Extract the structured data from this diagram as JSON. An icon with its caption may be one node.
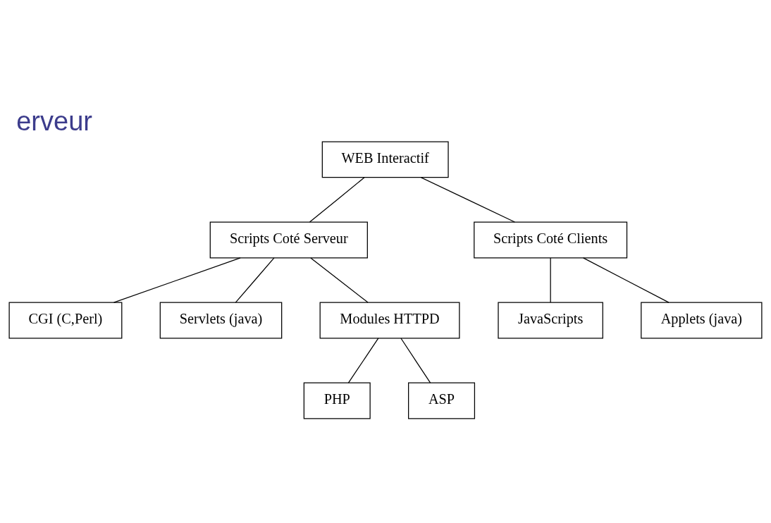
{
  "diagram": {
    "title": "erveur",
    "nodes": [
      {
        "text": [
          "WEB Interactif"
        ]
      },
      {
        "text": [
          "Scripts Coté Serveur"
        ]
      },
      {
        "text": [
          "Scripts Coté Clients"
        ]
      },
      {
        "text": [
          "CGI (C,Perl)"
        ]
      },
      {
        "text": [
          "Servlets (java)"
        ]
      },
      {
        "text": [
          "JavaScripts"
        ]
      },
      {
        "text": [
          "Applets (java)"
        ]
      },
      {
        "text": [
          "Modules HTTPD"
        ]
      },
      {
        "text": [
          "PHP"
        ]
      },
      {
        "text": [
          "ASP"
        ]
      }
    ],
    "edges": [
      {
        "from": 0,
        "to": 1,
        "arrow": "none"
      },
      {
        "from": 0,
        "to": 2,
        "arrow": "none"
      },
      {
        "from": 1,
        "to": 3,
        "arrow": "none"
      },
      {
        "from": 1,
        "to": 7,
        "arrow": "none"
      },
      {
        "from": 1,
        "to": 4,
        "arrow": "none"
      },
      {
        "from": 2,
        "to": 5,
        "arrow": "none"
      },
      {
        "from": 2,
        "to": 6,
        "arrow": "none"
      },
      {
        "from": 7,
        "to": 8,
        "arrow": "none"
      },
      {
        "from": 7,
        "to": 9,
        "arrow": "none"
      }
    ]
  }
}
